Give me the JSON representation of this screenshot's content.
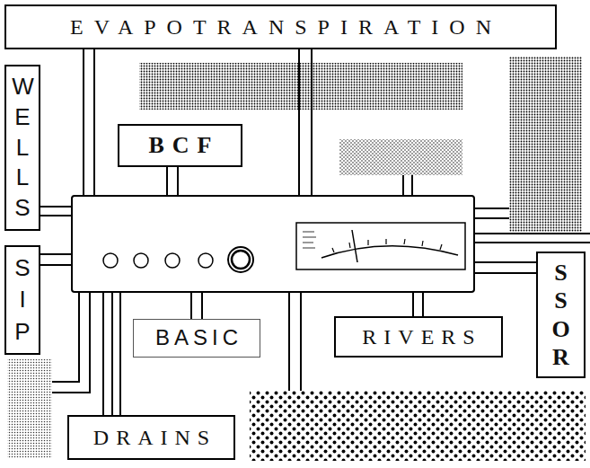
{
  "diagram": {
    "nodes": [
      {
        "text": [
          "EVAPOTRANSPIRATION"
        ]
      },
      {
        "text": [
          "WELLS"
        ]
      },
      {
        "text": [
          "BCF"
        ]
      },
      {
        "text": [
          "SIP"
        ]
      },
      {
        "text": [
          "SSOR"
        ]
      },
      {
        "text": [
          "BASIC"
        ]
      },
      {
        "text": [
          "RIVERS"
        ]
      },
      {
        "text": [
          "DRAINS"
        ]
      }
    ]
  }
}
